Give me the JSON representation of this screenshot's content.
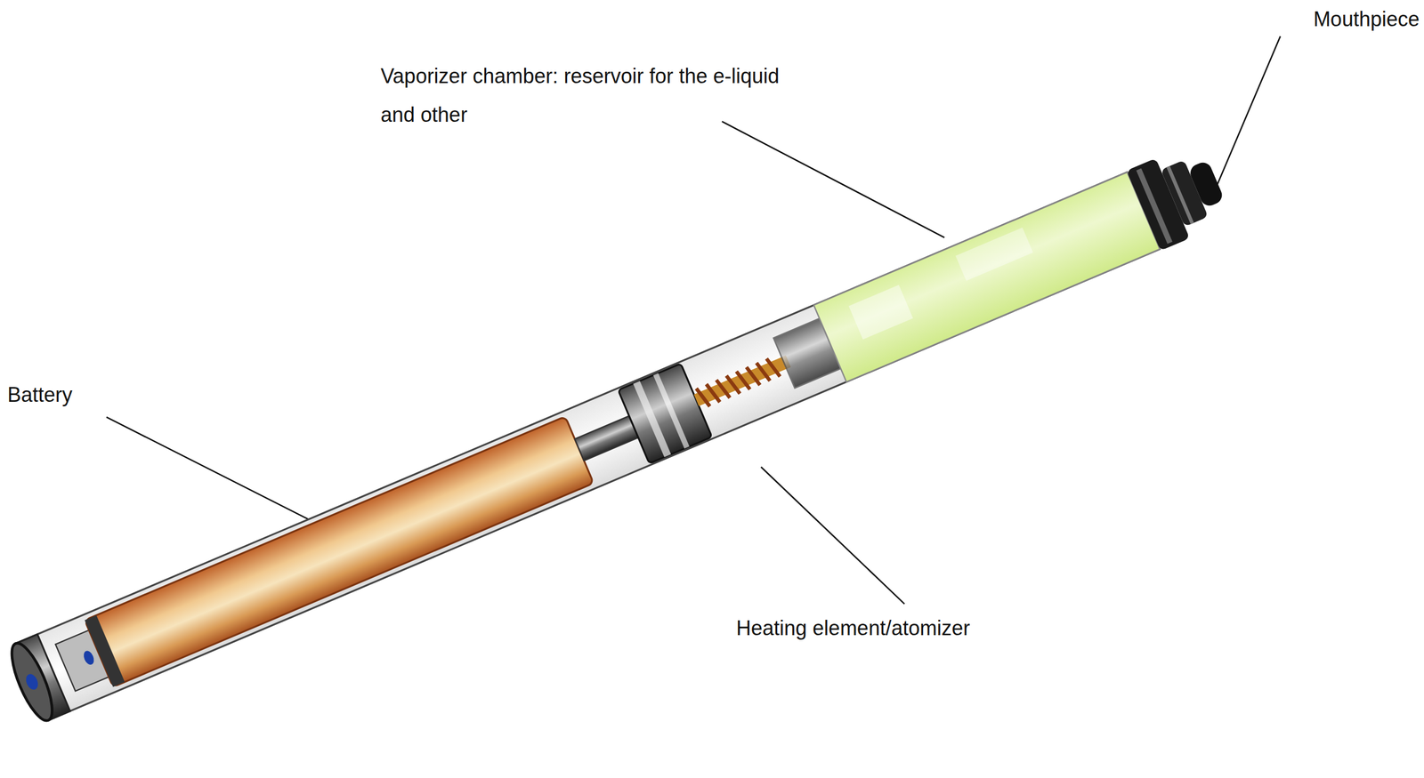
{
  "diagram": {
    "labels": [
      "Mouthpiece",
      "Vaporizer chamber: reservoir for the e-liquid and other",
      "Battery",
      "Heating element/atomizer"
    ]
  }
}
